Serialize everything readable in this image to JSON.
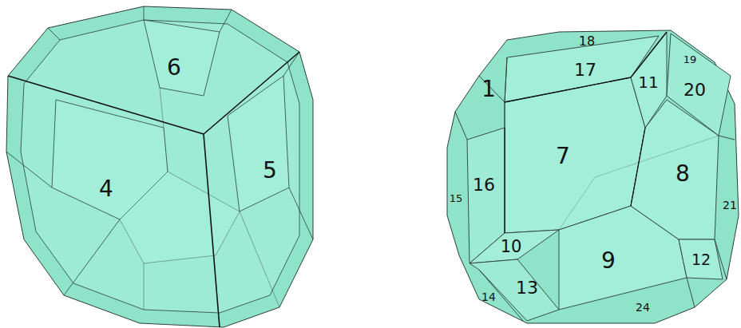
{
  "diagram": {
    "labels": [
      "6",
      "4",
      "5",
      "18",
      "17",
      "1",
      "11",
      "19",
      "20",
      "7",
      "16",
      "15",
      "8",
      "21",
      "10",
      "9",
      "12",
      "13",
      "14",
      "24"
    ]
  }
}
